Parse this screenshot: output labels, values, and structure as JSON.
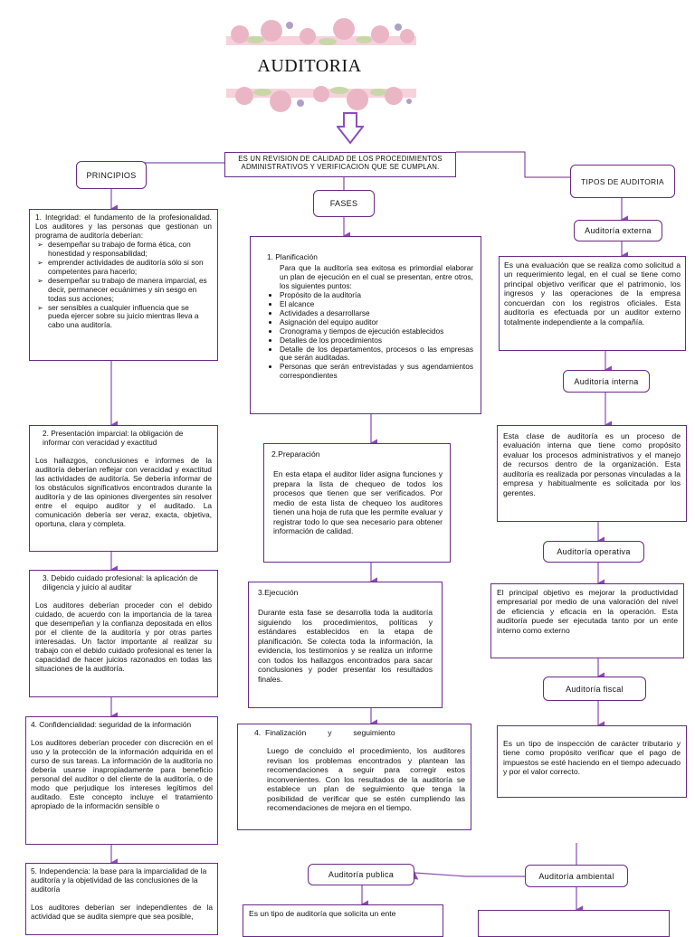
{
  "title": "AUDITORIA",
  "definition": "ES UN REVISION DE CALIDAD DE LOS PROCEDIMIENTOS ADMINISTRATIVOS Y VERIFICACION QUE SE CUMPLAN.",
  "principios": {
    "header": "PRINCIPIOS",
    "p1": {
      "lead": "1.  Integridad: el fundamento de la profesionalidad. Los auditores y las personas que gestionan un programa de auditoría deberían:",
      "items": [
        "desempeñar su trabajo de forma ética, con honestidad y responsabilidad;",
        "emprender actividades de auditoría sólo si son competentes para hacerlo;",
        "desempeñar su trabajo de manera imparcial, es decir, permanecer ecuánimes y sin sesgo en todas sus acciones;",
        "ser sensibles a cualquier influencia que se pueda ejercer sobre su juicio mientras lleva a cabo una auditoría."
      ]
    },
    "p2": {
      "lead": "2.  Presentación imparcial: la obligación de informar con veracidad y exactitud",
      "body": "Los hallazgos, conclusiones e informes de la auditoría deberían reflejar con veracidad y exactitud las actividades de auditoría. Se debería informar de los obstáculos significativos encontrados durante la auditoría y de las opiniones divergentes sin resolver entre el equipo auditor y el auditado. La comunicación debería ser veraz, exacta, objetiva, oportuna, clara y completa."
    },
    "p3": {
      "lead": "3.  Debido cuidado profesional: la aplicación de diligencia y juicio al auditar",
      "body": "Los auditores deberían proceder con el debido cuidado, de acuerdo con la importancia de la tarea que desempeñan y la confianza depositada en ellos por el cliente de la auditoría y por otras partes interesadas. Un factor importante al realizar su trabajo con el debido cuidado profesional es tener la capacidad de hacer juicios razonados en todas las situaciones de la auditoría."
    },
    "p4": {
      "lead": "4.  Confidencialidad: seguridad de la información",
      "body": "Los auditores deberían proceder con discreción en el uso y la protección de la información adquirida en el curso de sus tareas. La información de la auditoría no debería usarse inapropiadamente para beneficio personal del auditor o del cliente de la auditoría, o de modo que perjudique los intereses legítimos del auditado. Este concepto incluye el tratamiento apropiado de la información sensible o"
    },
    "p5": {
      "lead": "5. Independencia: la base para la imparcialidad de la auditoría y la objetividad de las conclusiones de la auditoría",
      "body": "Los auditores deberían ser independientes de la actividad que se audita siempre que sea posible,"
    }
  },
  "fases": {
    "header": "FASES",
    "f1": {
      "heading": "1.  Planificación",
      "intro": "Para que la auditoría sea exitosa es primordial elaborar un plan de ejecución en el cual se presentan, entre otros, los siguientes puntos:",
      "items": [
        "Propósito de la auditoría",
        " El alcance",
        "Actividades a desarrollarse",
        "Asignación del equipo auditor",
        "Cronograma y tiempos de ejecución establecidos",
        "Detalles de los procedimientos",
        "Detalle de los departamentos, procesos o las empresas que serán auditadas.",
        "Personas que serán entrevistadas y sus agendamientos correspondientes"
      ]
    },
    "f2": {
      "heading": "2.Preparación",
      "body": "En esta etapa el auditor líder asigna funciones y prepara la lista de chequeo de todos los procesos que tienen que ser verificados. Por medio de esta lista de chequeo los auditores tienen una hoja de ruta que les permite evaluar y registrar todo lo que sea necesario para obtener información de calidad."
    },
    "f3": {
      "heading": "3.Ejecución",
      "body": "Durante esta fase se desarrolla toda la auditoría siguiendo los procedimientos, políticas y estándares establecidos en la etapa de planificación. Se colecta toda la información, la evidencia, los testimonios y se realiza un informe con todos los hallazgos encontrados para sacar conclusiones y poder presentar los resultados finales."
    },
    "f4": {
      "heading": "4.  Finalización          y          seguimiento",
      "body": "Luego de concluido el procedimiento, los auditores revisan los problemas encontrados y plantean las recomendaciones a seguir para corregir estos inconvenientes. Con los resultados de la auditoría se establece un plan de seguimiento que tenga la posibilidad de verificar que se estén cumpliendo las recomendaciones de mejora en el tiempo."
    }
  },
  "tipos": {
    "header": "TIPOS DE AUDITORIA",
    "externa": {
      "label": "Auditoría externa",
      "body": "Es una evaluación que se realiza como solicitud a un requerimiento legal, en el cual se tiene como principal objetivo verificar que el patrimonio, los ingresos y las operaciones de la empresa concuerdan con los registros oficiales. Esta auditoría es efectuada por un auditor externo totalmente independiente a la compañía."
    },
    "interna": {
      "label": "Auditoría interna",
      "body": "Esta clase de auditoría es un proceso de evaluación interna que tiene como propósito evaluar los procesos administrativos y el manejo de recursos dentro de la organización. Esta auditoría es realizada por personas vinculadas a la empresa y habitualmente es solicitada por los gerentes."
    },
    "operativa": {
      "label": "Auditoría operativa",
      "body": "El principal objetivo es mejorar la productividad empresarial por medio de una valoración del nivel de eficiencia y eficacia en la operación. Esta auditoría puede ser ejecutada tanto por un ente interno como externo"
    },
    "fiscal": {
      "label": "Auditoría fiscal",
      "body": "Es un tipo de inspección de carácter tributario y tiene como propósito verificar que el pago de impuestos se esté haciendo en el tiempo adecuado y por el valor correcto."
    },
    "ambiental": {
      "label": "Auditoría ambiental"
    },
    "publica": {
      "label": "Auditoría publica",
      "body": "Es un tipo de auditoría que solicita un ente"
    }
  },
  "colors": {
    "border": "#6a2a86",
    "arrow": "#8a4ab4",
    "header_arrow": "#8e4fb8"
  }
}
